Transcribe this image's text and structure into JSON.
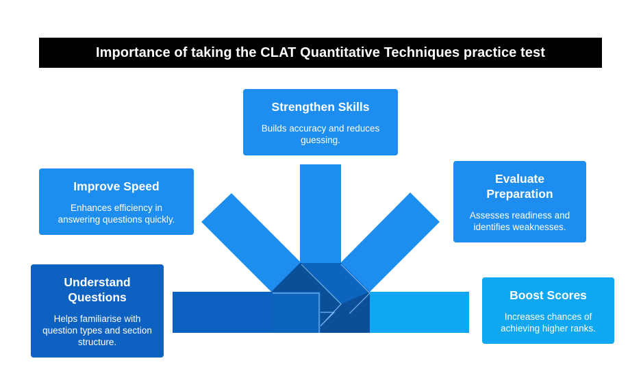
{
  "title": "Importance of taking the CLAT Quantitative Techniques practice test",
  "cards": {
    "strengthen": {
      "title": "Strengthen Skills",
      "desc": "Builds accuracy and reduces guessing."
    },
    "speed": {
      "title": "Improve Speed",
      "desc": "Enhances efficiency in answering questions quickly."
    },
    "evaluate": {
      "title": "Evaluate Preparation",
      "desc": "Assesses readiness and identifies weaknesses."
    },
    "understand": {
      "title": "Understand Questions",
      "desc": "Helps familiarise with question types and section structure."
    },
    "boost": {
      "title": "Boost Scores",
      "desc": "Increases chances of achieving higher ranks."
    }
  },
  "colors": {
    "title_bg": "#000000",
    "card_blue": "#1d8df0",
    "card_dark": "#0c61c1",
    "card_light": "#0fa6f2",
    "hub_dark": "#0a4f97",
    "hub_mid": "#0d64bd"
  }
}
